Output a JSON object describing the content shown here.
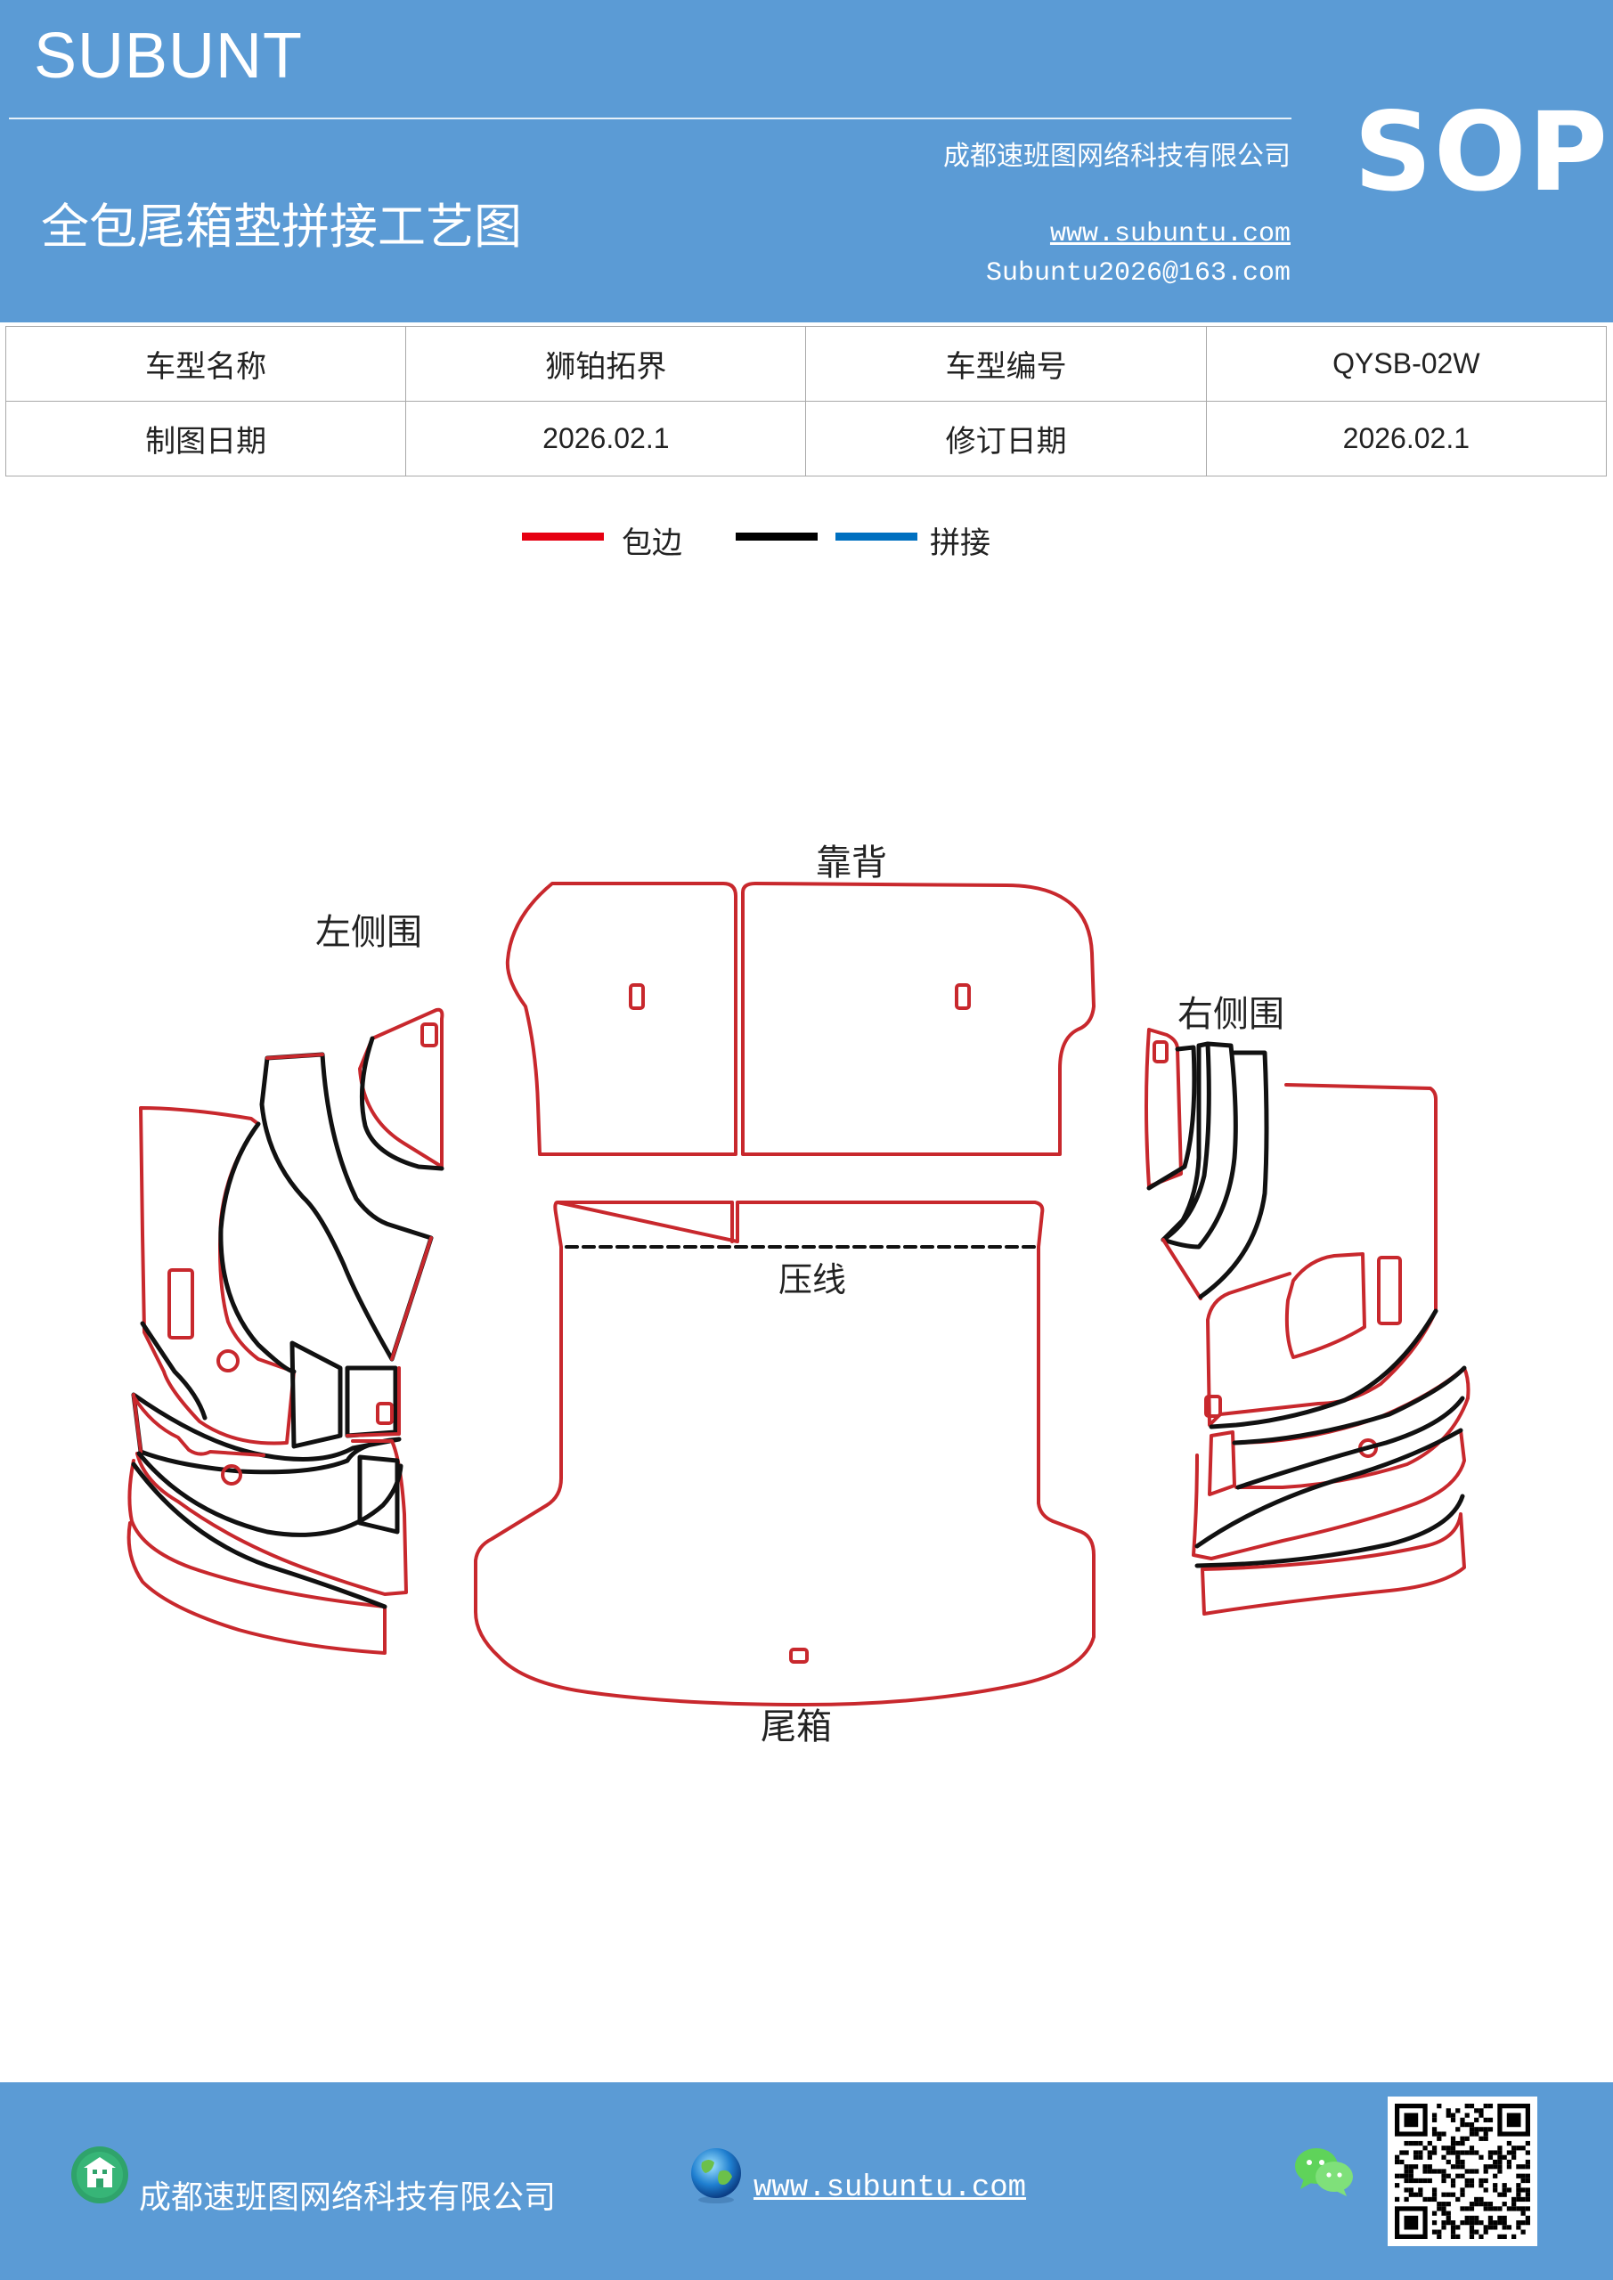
{
  "header": {
    "brand": "SUBUNT",
    "title": "全包尾箱垫拼接工艺图",
    "company": "成都速班图网络科技有限公司",
    "website": "www.subuntu.com",
    "email": "Subuntu2026@163.com",
    "badge": "SOP"
  },
  "info_table": {
    "rows": [
      [
        "车型名称",
        "狮铂拓界",
        "车型编号",
        "QYSB-02W"
      ],
      [
        "制图日期",
        "2026.02.1",
        "修订日期",
        "2026.02.1"
      ]
    ]
  },
  "legend": {
    "items": [
      {
        "label": "包边",
        "color": "#e60012"
      },
      {
        "label": "拼接",
        "colors": [
          "#000000",
          "#0070c0"
        ]
      }
    ]
  },
  "diagram": {
    "labels": {
      "backrest": "靠背",
      "left_side": "左侧围",
      "right_side": "右侧围",
      "crease": "压线",
      "trunk": "尾箱"
    },
    "colors": {
      "edge": "#c8282d",
      "seam": "#111111"
    }
  },
  "footer": {
    "company": "成都速班图网络科技有限公司",
    "website": "www.subuntu.com"
  }
}
